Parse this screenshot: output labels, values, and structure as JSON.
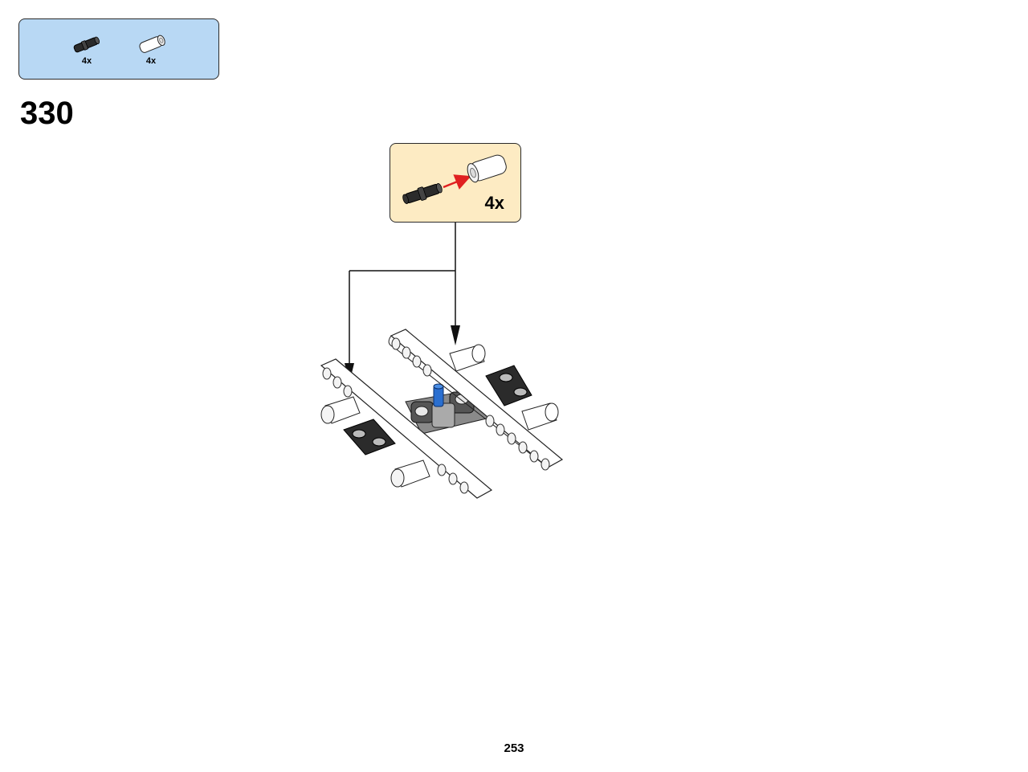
{
  "parts_list": {
    "items": [
      {
        "icon": "black-connector-pin-icon",
        "quantity": "4x"
      },
      {
        "icon": "white-pin-connector-icon",
        "quantity": "4x"
      }
    ]
  },
  "step": {
    "number": "330"
  },
  "callout": {
    "quantity": "4x"
  },
  "page": {
    "number": "253"
  },
  "colors": {
    "parts_panel_bg": "#b8d8f4",
    "callout_bg": "#fdebc3",
    "arrow_red": "#e02020",
    "pin_blue": "#2a6fd0"
  }
}
